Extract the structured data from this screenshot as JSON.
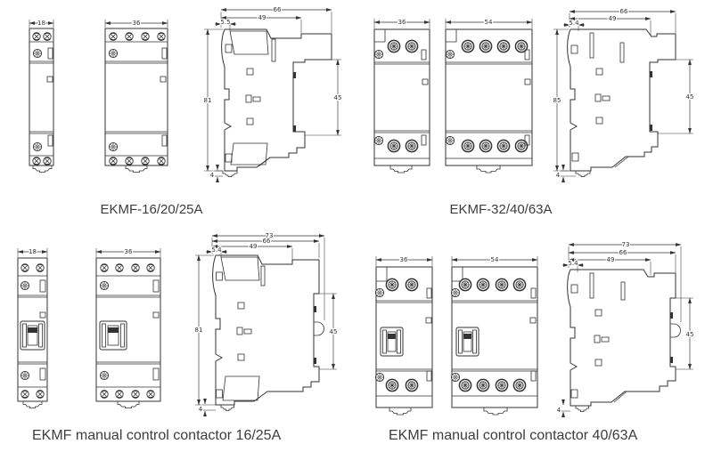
{
  "colors": {
    "line": "#333333",
    "text": "#3d3d3d",
    "background": "#ffffff"
  },
  "groups": [
    {
      "caption": "EKMF-16/20/25A",
      "front_small": {
        "width": "18"
      },
      "front_large": {
        "width": "36"
      },
      "side": {
        "depth_overall": "66",
        "depth_front": "49",
        "lip": "5.5",
        "height": "81",
        "din_recess": "45",
        "foot": "4"
      }
    },
    {
      "caption": "EKMF-32/40/63A",
      "front_small": {
        "width": "36"
      },
      "front_large": {
        "width": "54"
      },
      "side": {
        "depth_overall": "66",
        "depth_front": "49",
        "lip": "5.4",
        "height": "85",
        "din_recess": "45",
        "foot": "4"
      }
    },
    {
      "caption": "EKMF manual control contactor 16/25A",
      "front_small": {
        "width": "18"
      },
      "front_large": {
        "width": "36"
      },
      "side": {
        "depth_total": "73",
        "depth_overall": "66",
        "depth_front": "49",
        "lip": "5.4",
        "height": "81",
        "din_recess": "45",
        "foot": "4"
      }
    },
    {
      "caption": "EKMF manual control contactor 40/63A",
      "front_small": {
        "width": "36"
      },
      "front_large": {
        "width": "54"
      },
      "side": {
        "depth_total": "73",
        "depth_overall": "66",
        "depth_front": "49",
        "lip": "5.4",
        "din_recess": "45",
        "foot": "4"
      }
    }
  ]
}
